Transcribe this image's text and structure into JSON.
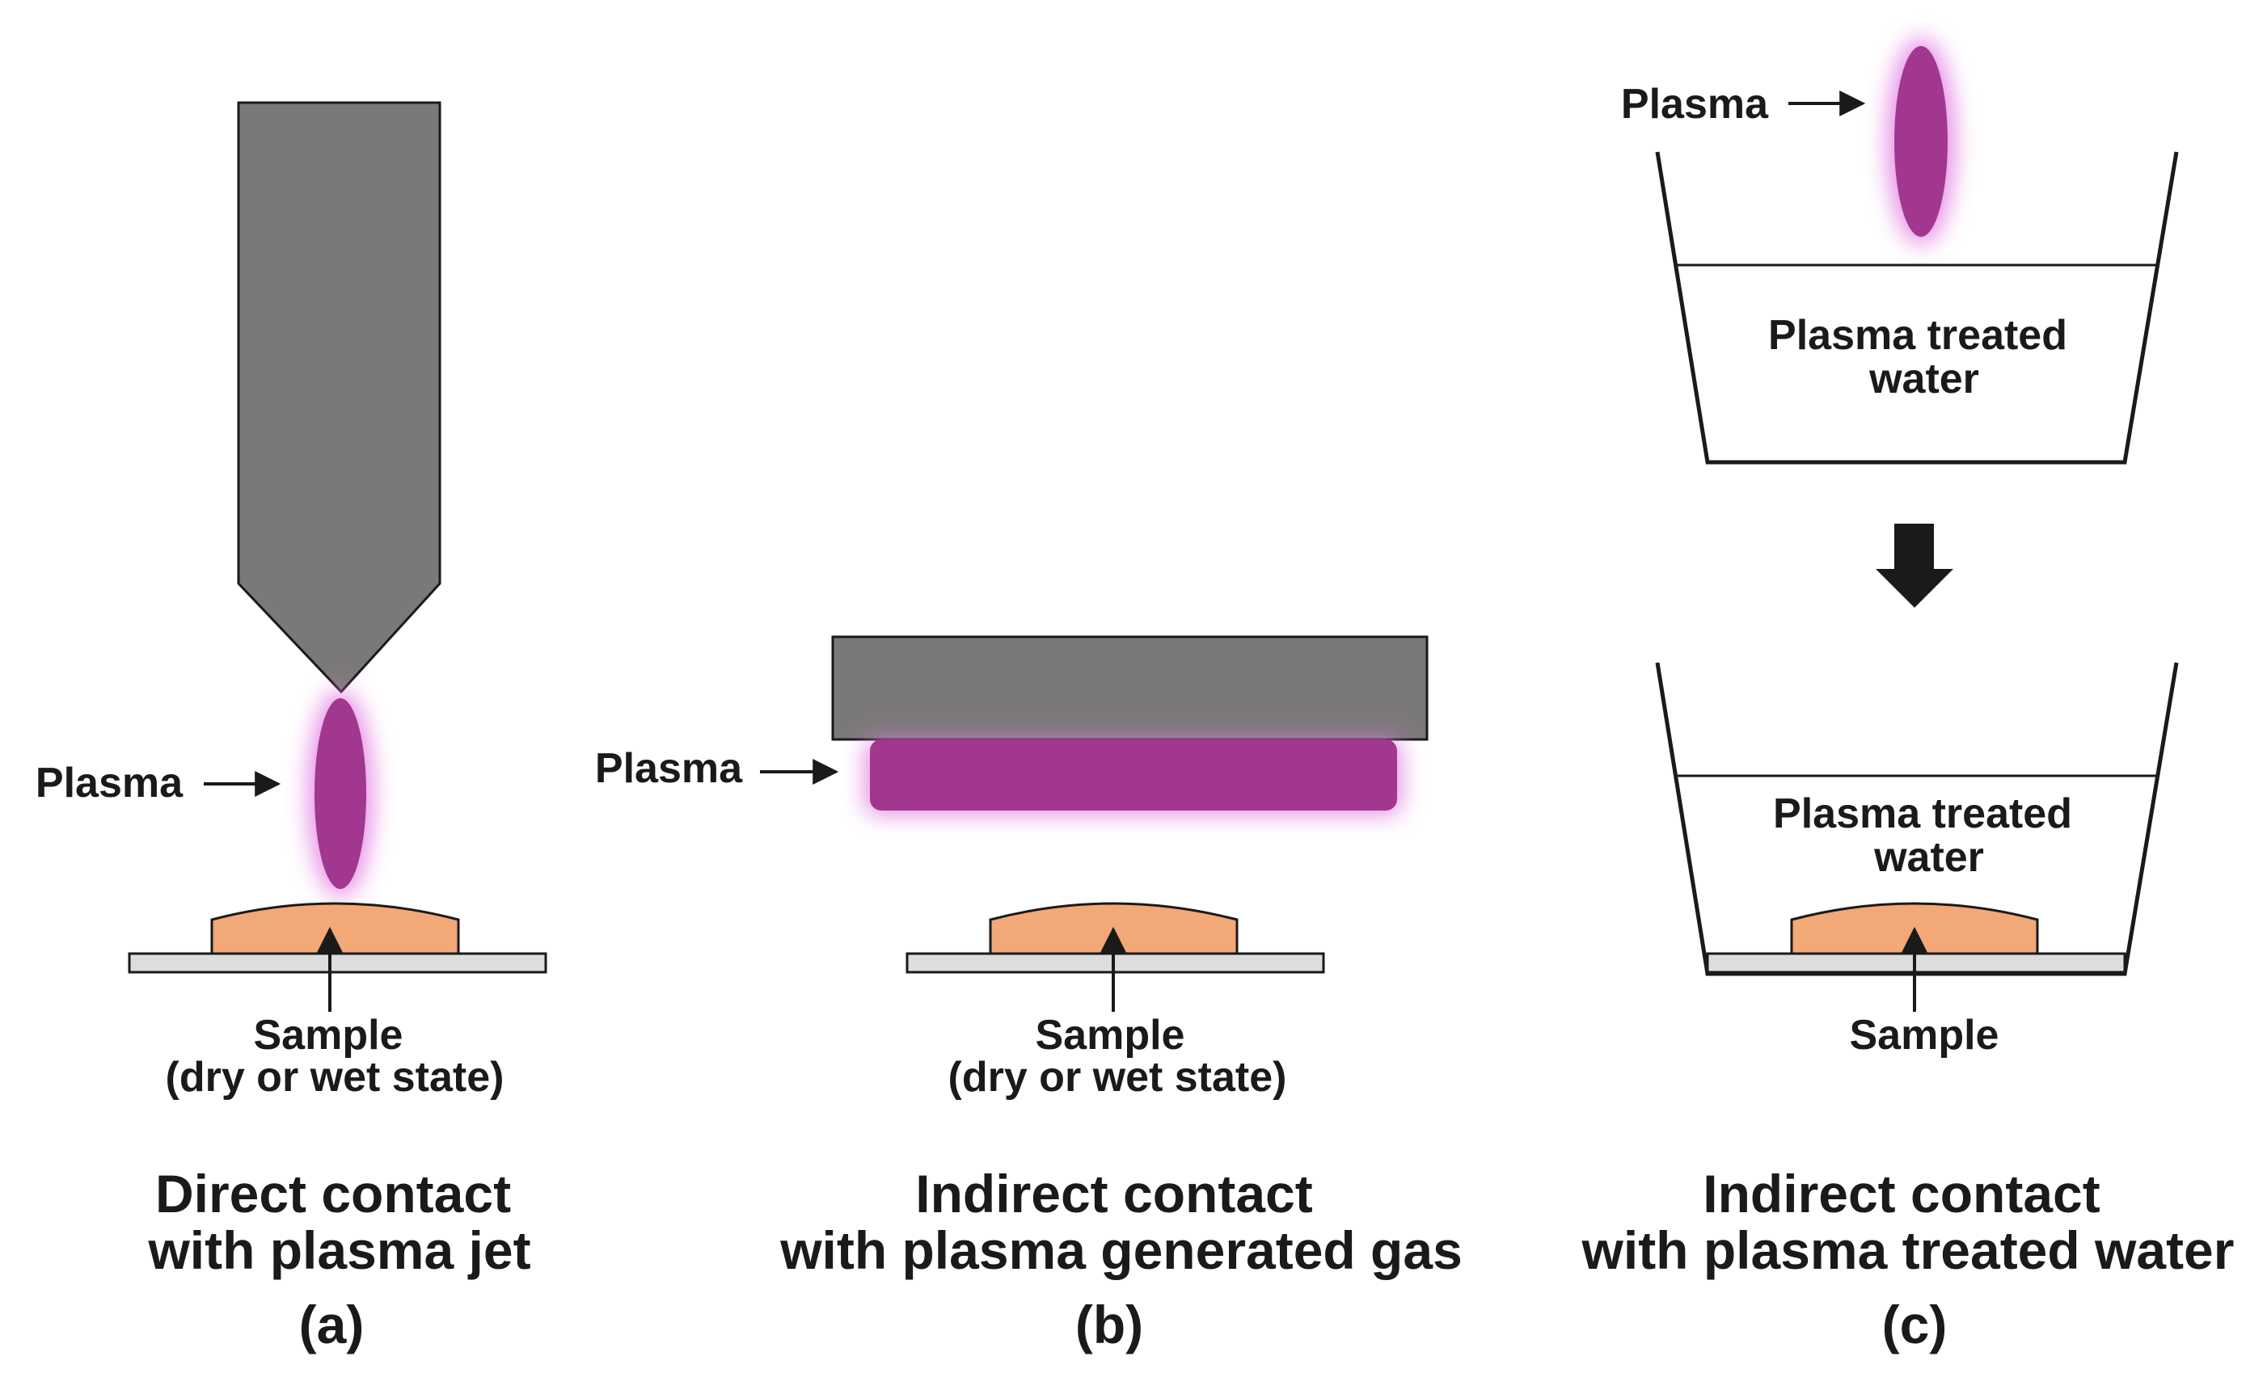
{
  "panels": [
    {
      "plasma_label": "Plasma",
      "sample_label": "Sample",
      "sample_state": "(dry or wet state)",
      "caption_line1": "Direct contact",
      "caption_line2": "with plasma jet",
      "panel_id": "(a)"
    },
    {
      "plasma_label": "Plasma",
      "sample_label": "Sample",
      "sample_state": "(dry or wet state)",
      "caption_line1": "Indirect contact",
      "caption_line2": "with plasma generated gas",
      "panel_id": "(b)"
    },
    {
      "plasma_label": "Plasma",
      "water_top_line1": "Plasma treated",
      "water_top_line2": "water",
      "water_bottom_line1": "Plasma treated",
      "water_bottom_line2": "water",
      "sample_label": "Sample",
      "caption_line1": "Indirect contact",
      "caption_line2": "with plasma treated water",
      "panel_id": "(c)"
    }
  ],
  "colors": {
    "device_gray": "#7b7978",
    "plasma_purple": "#a1378f",
    "plasma_glow": "#e27ae0",
    "sample_orange": "#f2a877",
    "stage_gray": "#dddddd",
    "outline": "#1a1a1a"
  }
}
